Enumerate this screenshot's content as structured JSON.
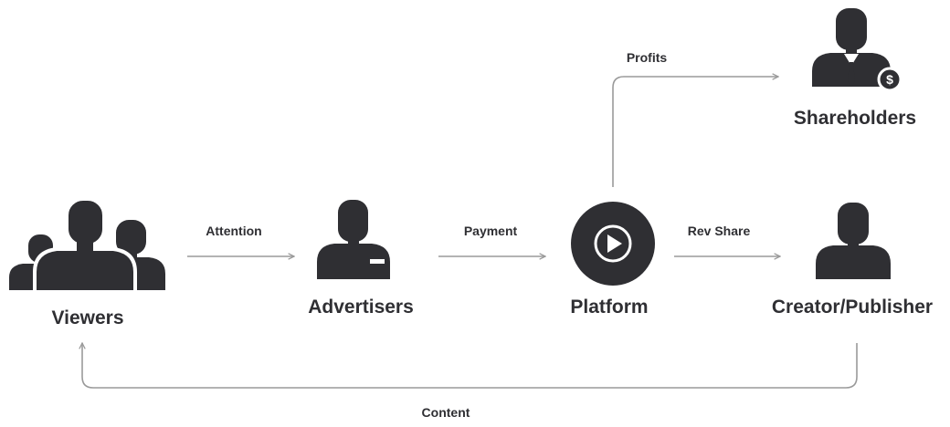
{
  "colors": {
    "icon": "#2f2f33",
    "arrow": "#9a9a9a",
    "text": "#2f2f33",
    "background": "#ffffff"
  },
  "nodes": {
    "viewers": {
      "label": "Viewers",
      "icon": "group-person-icon"
    },
    "advertisers": {
      "label": "Advertisers",
      "icon": "person-badge-icon"
    },
    "platform": {
      "label": "Platform",
      "icon": "play-circle-icon"
    },
    "creator": {
      "label": "Creator/Publisher",
      "icon": "person-icon"
    },
    "shareholders": {
      "label": "Shareholders",
      "icon": "person-tie-dollar-icon"
    }
  },
  "edges": {
    "attention": {
      "label": "Attention"
    },
    "payment": {
      "label": "Payment"
    },
    "rev_share": {
      "label": "Rev Share"
    },
    "profits": {
      "label": "Profits"
    },
    "content": {
      "label": "Content"
    }
  }
}
